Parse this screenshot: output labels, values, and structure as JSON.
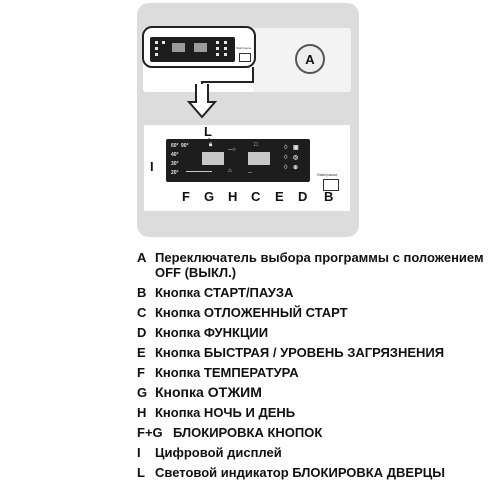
{
  "diagram": {
    "knob_label": "A",
    "top_tiny_label": "Start/pause",
    "callouts": {
      "L": "L",
      "I": "I",
      "bottom": [
        "F",
        "G",
        "H",
        "C",
        "E",
        "D",
        "B"
      ]
    },
    "display_temps": [
      "60°",
      "90°",
      "40°",
      "30°",
      "20°"
    ],
    "bottom_tiny_label": "Start/pause"
  },
  "legend": [
    {
      "key": "A",
      "text": "Переключатель выбора программы с положением OFF (ВЫКЛ.)"
    },
    {
      "key": "B",
      "text": "Кнопка СТАРТ/ПАУЗА"
    },
    {
      "key": "C",
      "text": "Кнопка ОТЛОЖЕННЫЙ  СТАРТ"
    },
    {
      "key": "D",
      "text": "Кнопка ФУНКЦИИ"
    },
    {
      "key": "E",
      "text": "Кнопка  БЫСТРАЯ / УРОВЕНЬ ЗАГРЯЗНЕНИЯ"
    },
    {
      "key": "F",
      "text": "Кнопка ТЕМПЕРАТУРА"
    },
    {
      "key": "G",
      "text": "Кнопка ОТЖИМ"
    },
    {
      "key": "H",
      "text": "Кнопка НОЧЬ И ДЕНЬ"
    },
    {
      "key": "F+G",
      "text": "БЛОКИРОВКА КНОПОК"
    },
    {
      "key": "I",
      "text": "Цифровой дисплей"
    },
    {
      "key": "L",
      "text": "Световой индикатор БЛОКИРОВКА  ДВЕРЦЫ"
    }
  ]
}
